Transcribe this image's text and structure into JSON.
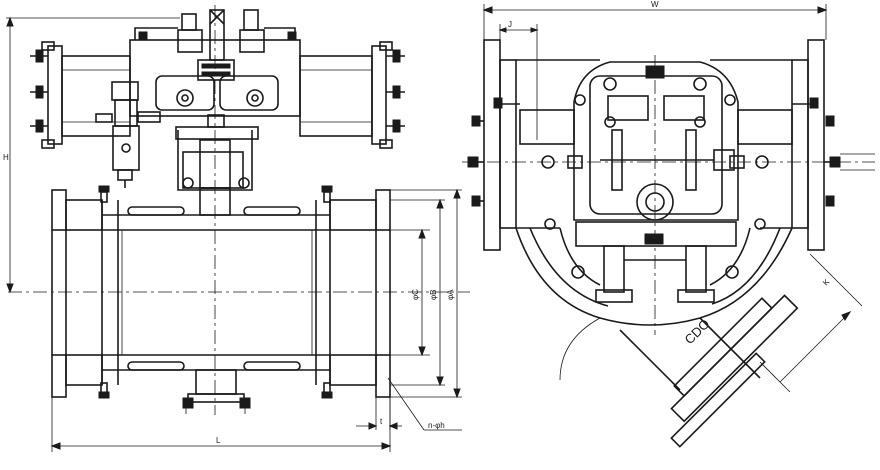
{
  "dimensions": {
    "height": "H",
    "length": "L",
    "diameter_c": "φC",
    "diameter_b": "φB",
    "diameter_a": "φA",
    "thickness": "t",
    "bolt_holes": "n-φh",
    "width": "W",
    "offset_j": "J",
    "side_length": "K",
    "port_mark": "CDO"
  }
}
